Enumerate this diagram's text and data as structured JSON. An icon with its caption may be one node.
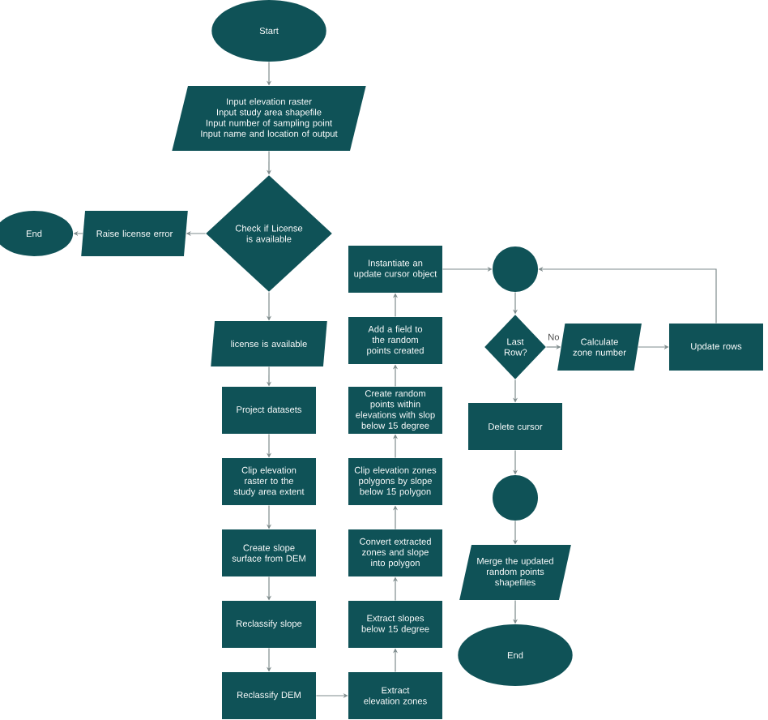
{
  "diagram": {
    "nodes": [
      {
        "text": [
          "Start"
        ]
      },
      {
        "text": [
          "Input elevation raster",
          "Input study area shapefile",
          "Input number of sampling point",
          "Input name and location of output"
        ]
      },
      {
        "text": [
          "Check if License is available"
        ]
      },
      {
        "text": [
          "Raise license error"
        ]
      },
      {
        "text": [
          "End"
        ]
      },
      {
        "text": [
          "license is available"
        ]
      },
      {
        "text": [
          "Project datasets"
        ]
      },
      {
        "text": [
          "Clip elevation raster to the study area extent"
        ]
      },
      {
        "text": [
          "Create slope surface from DEM"
        ]
      },
      {
        "text": [
          "Reclassify slope"
        ]
      },
      {
        "text": [
          "Reclassify DEM"
        ]
      },
      {
        "text": [
          "Extract elevation zones"
        ]
      },
      {
        "text": [
          "Extract slopes below 15 degree"
        ]
      },
      {
        "text": [
          "Convert extracted zones and slope into polygon"
        ]
      },
      {
        "text": [
          "Clip elevation zones polygons by slope below 15 polygon"
        ]
      },
      {
        "text": [
          "Create random points within elevations with slop below 15 degree"
        ]
      },
      {
        "text": [
          "Add a field to the random points created"
        ]
      },
      {
        "text": [
          "Instantiate an update cursor object"
        ]
      },
      {
        "text": [],
        "shape": "circle"
      },
      {
        "text": [
          "Last Row?"
        ]
      },
      {
        "text": [
          "Calculate zone number"
        ]
      },
      {
        "text": [
          "Update rows"
        ]
      },
      {
        "text": [
          "Delete cursor"
        ]
      },
      {
        "text": [],
        "shape": "circle"
      },
      {
        "text": [
          "Merge the updated random points shapefiles"
        ]
      },
      {
        "text": [
          "End"
        ]
      }
    ],
    "edges": [
      {
        "from": 0,
        "to": 1,
        "arrow": "to"
      },
      {
        "from": 1,
        "to": 2,
        "arrow": "to"
      },
      {
        "from": 2,
        "to": 3,
        "arrow": "to"
      },
      {
        "from": 3,
        "to": 4,
        "arrow": "to"
      },
      {
        "from": 2,
        "to": 5,
        "arrow": "to"
      },
      {
        "from": 5,
        "to": 6,
        "arrow": "to"
      },
      {
        "from": 6,
        "to": 7,
        "arrow": "to"
      },
      {
        "from": 7,
        "to": 8,
        "arrow": "to"
      },
      {
        "from": 8,
        "to": 9,
        "arrow": "to"
      },
      {
        "from": 9,
        "to": 10,
        "arrow": "to"
      },
      {
        "from": 10,
        "to": 11,
        "arrow": "to"
      },
      {
        "from": 11,
        "to": 12,
        "arrow": "to"
      },
      {
        "from": 12,
        "to": 13,
        "arrow": "to"
      },
      {
        "from": 13,
        "to": 14,
        "arrow": "to"
      },
      {
        "from": 14,
        "to": 15,
        "arrow": "to"
      },
      {
        "from": 15,
        "to": 16,
        "arrow": "to"
      },
      {
        "from": 16,
        "to": 17,
        "arrow": "to"
      },
      {
        "from": 17,
        "to": 18,
        "arrow": "to"
      },
      {
        "from": 18,
        "to": 19,
        "arrow": "to"
      },
      {
        "from": 19,
        "to": 20,
        "arrow": "to",
        "label": "No"
      },
      {
        "from": 20,
        "to": 21,
        "arrow": "to"
      },
      {
        "from": 21,
        "to": 18,
        "arrow": "to"
      },
      {
        "from": 19,
        "to": 22,
        "arrow": "to"
      },
      {
        "from": 22,
        "to": 23,
        "arrow": "to"
      },
      {
        "from": 23,
        "to": 24,
        "arrow": "to"
      },
      {
        "from": 24,
        "to": 25,
        "arrow": "to"
      }
    ]
  }
}
